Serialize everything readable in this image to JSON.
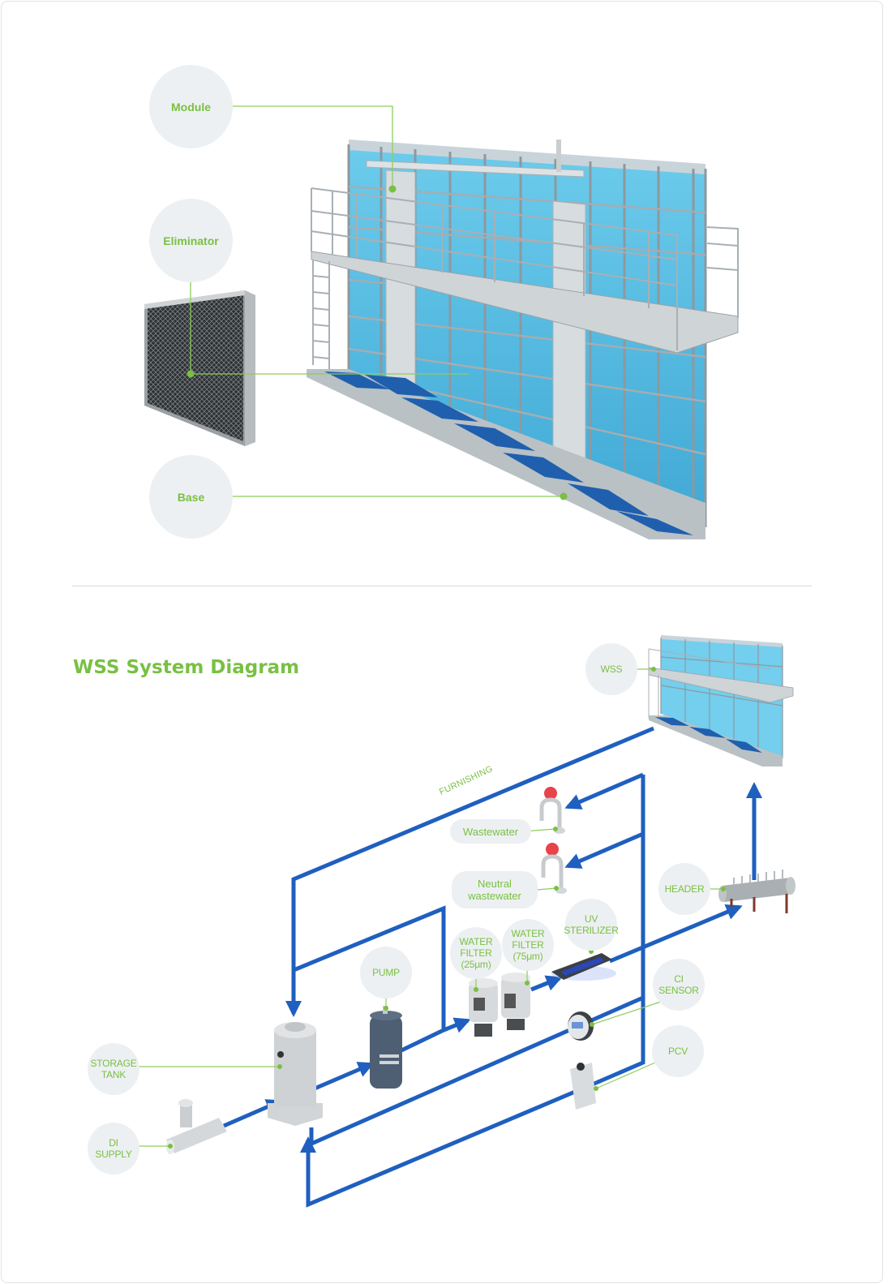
{
  "top_section": {
    "labels": {
      "module": "Module",
      "eliminator": "Eliminator",
      "base": "Base"
    }
  },
  "diagram": {
    "title": "WSS System Diagram",
    "pipe_label": "FURNISHING",
    "labels": {
      "wss": "WSS",
      "wastewater": "Wastewater",
      "neutral_wastewater": "Neutral wastewater",
      "header": "HEADER",
      "uv_sterilizer": "UV STERILIZER",
      "water_filter_75": "WATER FILTER (75μm)",
      "water_filter_25": "WATER FILTER (25μm)",
      "pump": "PUMP",
      "ci_sensor": "CI SENSOR",
      "pcv": "PCV",
      "storage_tank": "STORAGE TANK",
      "di_supply": "DI SUPPLY"
    }
  },
  "colors": {
    "accent_green": "#79c043",
    "pipe_blue": "#1f5fbf",
    "bubble_bg": "#edf0f2",
    "glass_blue": "#4bb8e0",
    "floor_blue": "#1a5aa8",
    "valve_red": "#e8424a"
  }
}
